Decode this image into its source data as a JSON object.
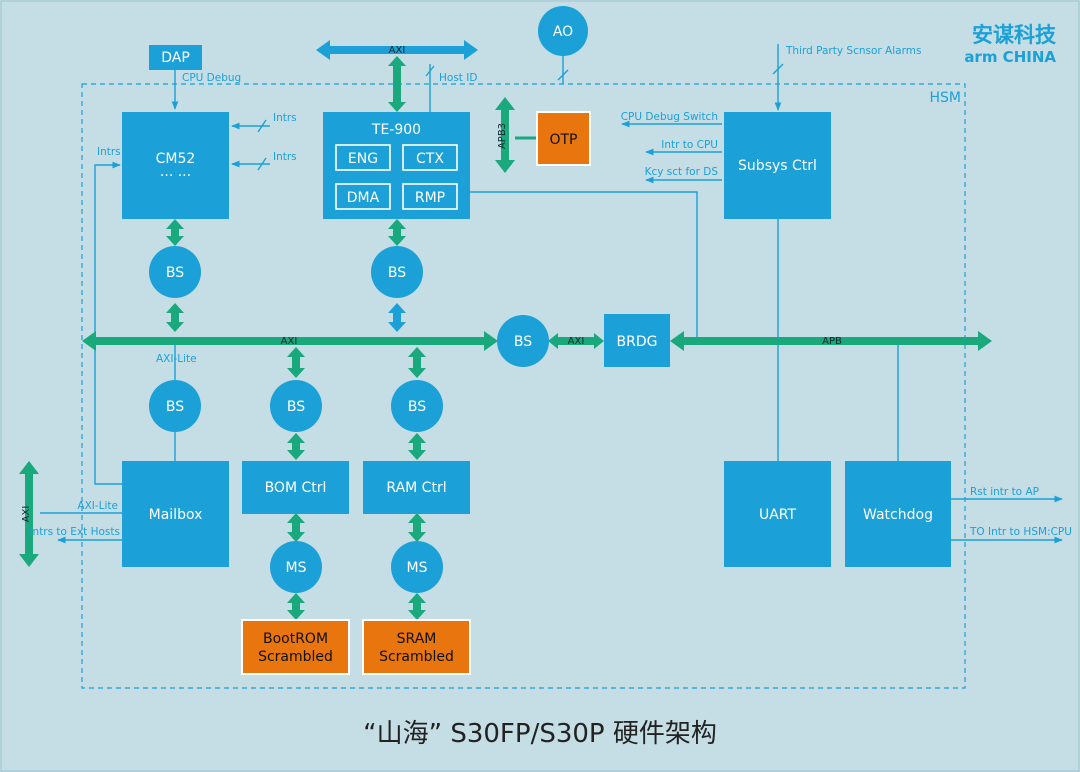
{
  "colors": {
    "background": "#c5dde5",
    "block": "#1ba1d8",
    "bus": "#1aa87d",
    "memory": "#e8750e",
    "text_dark": "#222222"
  },
  "logo": {
    "brand_cn": "安谋科技",
    "brand_en": "arm CHINA"
  },
  "boundary_label": "HSM",
  "title": "“山海” S30FP/S30P 硬件架构",
  "blocks": {
    "dap": "DAP",
    "ao": "AO",
    "cm52": "CM52",
    "cm52_dots": "··· ···",
    "te900": "TE-900",
    "eng": "ENG",
    "ctx": "CTX",
    "dma": "DMA",
    "rmp": "RMP",
    "otp": "OTP",
    "subsys": "Subsys Ctrl",
    "bs": "BS",
    "brdg": "BRDG",
    "mailbox": "Mailbox",
    "bom_ctrl": "BOM Ctrl",
    "ram_ctrl": "RAM Ctrl",
    "ms": "MS",
    "bootrom_1": "BootROM",
    "bootrom_2": "Scrambled",
    "sram_1": "SRAM",
    "sram_2": "Scrambled",
    "uart": "UART",
    "watchdog": "Watchdog"
  },
  "buses": {
    "axi": "AXI",
    "apb": "APB",
    "apb3": "APB3",
    "axi_lite": "AXI-Lite"
  },
  "signals": {
    "cpu_debug": "CPU Debug",
    "host_id": "Host ID",
    "intrs": "Intrs",
    "third_party": "Third Party Scnsor Alarms",
    "cpu_debug_switch": "CPU Debug Switch",
    "intr_to_cpu": "Intr to CPU",
    "kcy_sct": "Kcy sct for DS",
    "axi_lite": "AXI-Lite",
    "intrs_ext": "Intrs to Ext Hosts",
    "rst_intr": "Rst intr to AP",
    "to_intr": "TO Intr to HSM:CPU"
  }
}
